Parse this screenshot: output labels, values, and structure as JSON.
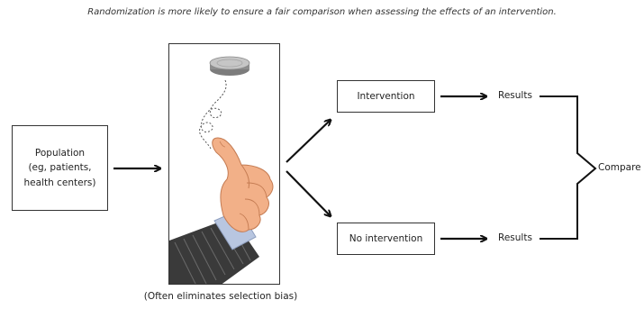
{
  "caption": "Randomization is more likely to ensure a fair comparison when assessing the effects of an intervention.",
  "population": {
    "lines": [
      "Population",
      "(eg, patients,",
      "health centers)"
    ]
  },
  "randomization_note": "(Often eliminates selection bias)",
  "intervention_label": "Intervention",
  "no_intervention_label": "No intervention",
  "results_top": "Results",
  "results_bottom": "Results",
  "compare_label": "Compare",
  "colors": {
    "line": "#111111",
    "sleeve": "#3a3a3a",
    "skin": "#f2b088",
    "coin": "#a9a9a9"
  }
}
